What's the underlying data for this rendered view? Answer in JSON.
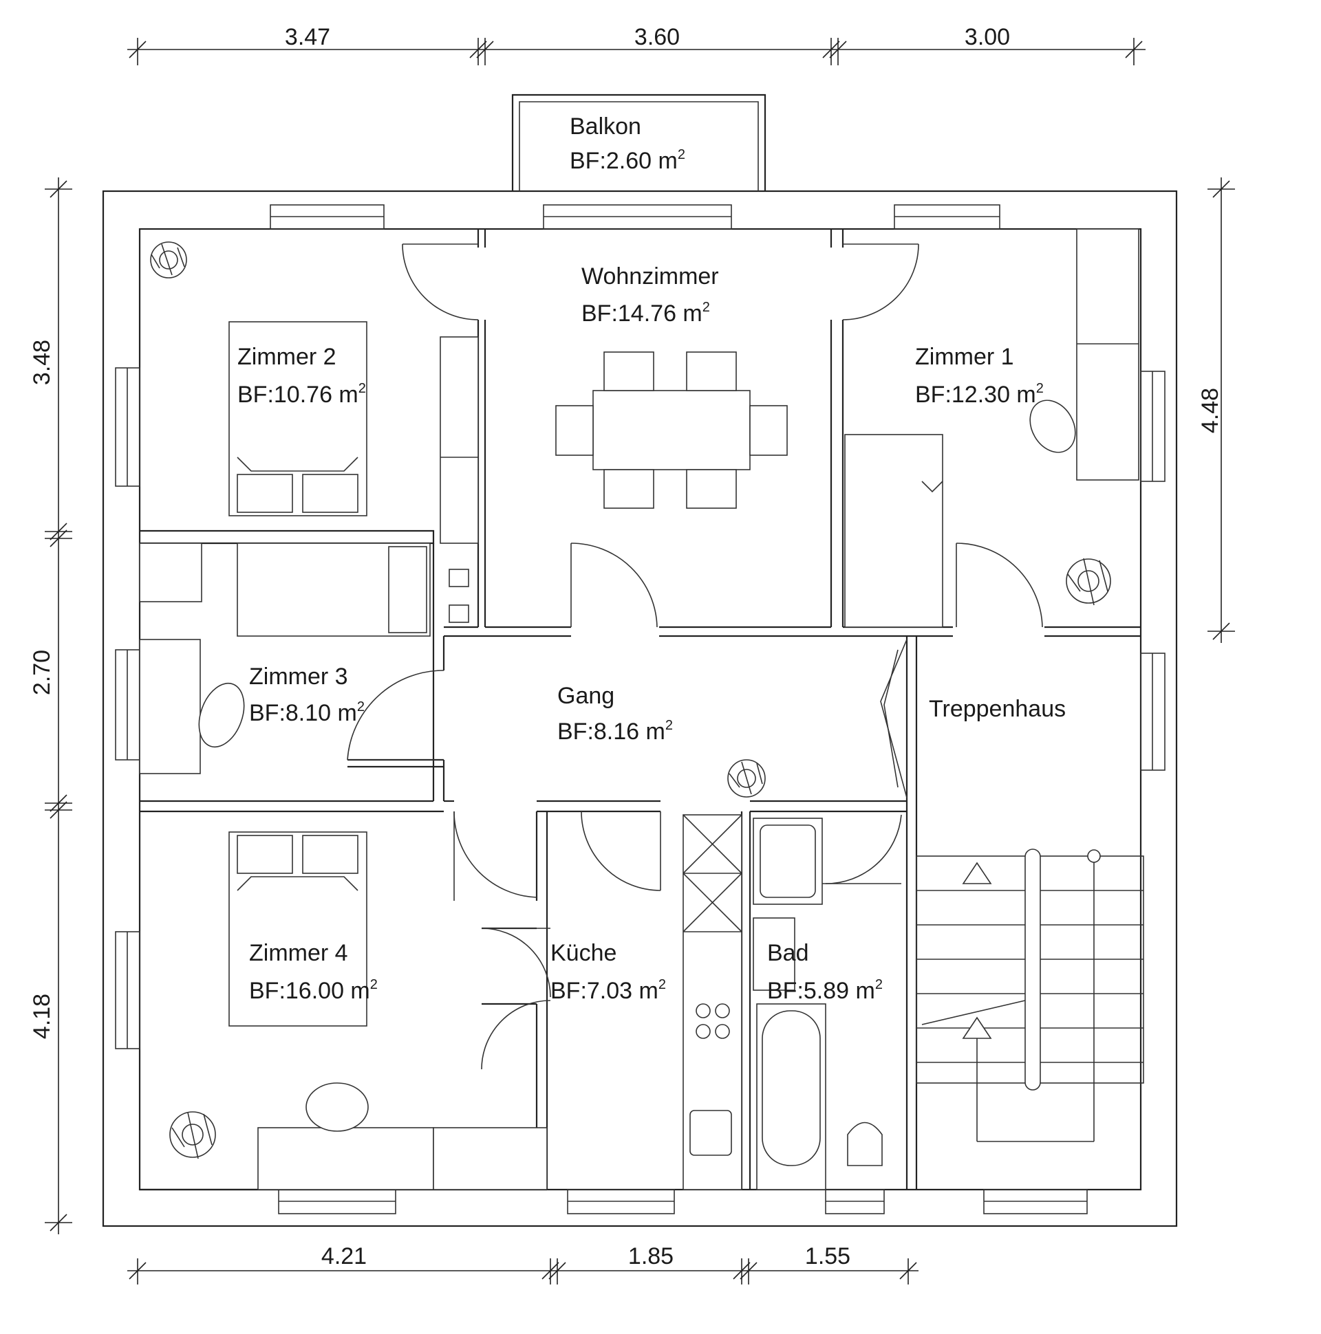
{
  "dimensions": {
    "top": [
      "3.47",
      "3.60",
      "3.00"
    ],
    "bottom": [
      "4.21",
      "1.85",
      "1.55"
    ],
    "left": [
      "3.48",
      "2.70",
      "4.18"
    ],
    "right": [
      "4.48"
    ]
  },
  "rooms": {
    "balkon": {
      "name": "Balkon",
      "area": "BF:2.60 m",
      "sup": "2"
    },
    "wohnzimmer": {
      "name": "Wohnzimmer",
      "area": "BF:14.76 m",
      "sup": "2"
    },
    "zimmer1": {
      "name": "Zimmer 1",
      "area": "BF:12.30 m",
      "sup": "2"
    },
    "zimmer2": {
      "name": "Zimmer 2",
      "area": "BF:10.76 m",
      "sup": "2"
    },
    "zimmer3": {
      "name": "Zimmer 3",
      "area": "BF:8.10 m",
      "sup": "2"
    },
    "gang": {
      "name": "Gang",
      "area": "BF:8.16 m",
      "sup": "2"
    },
    "treppenhaus": {
      "name": "Treppenhaus"
    },
    "zimmer4": {
      "name": "Zimmer 4",
      "area": "BF:16.00 m",
      "sup": "2"
    },
    "kueche": {
      "name": "Küche",
      "area": "BF:7.03 m",
      "sup": "2"
    },
    "bad": {
      "name": "Bad",
      "area": "BF:5.89 m",
      "sup": "2"
    }
  }
}
